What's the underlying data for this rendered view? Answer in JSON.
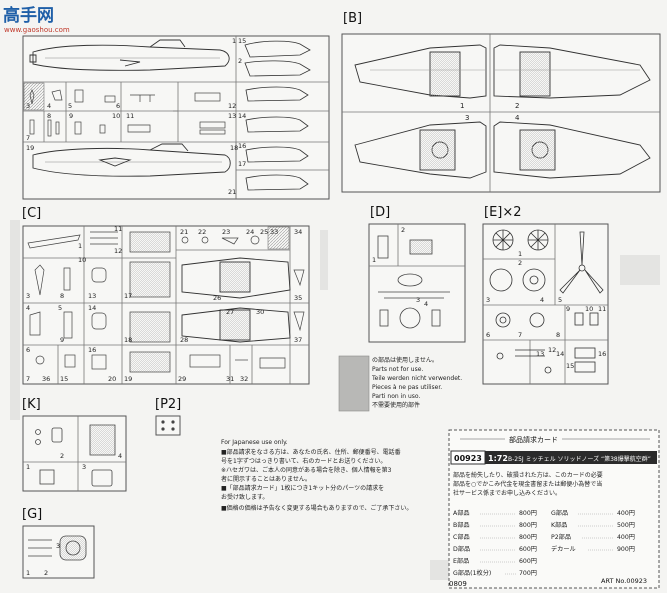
{
  "watermark": {
    "brand": "高手网",
    "url": "www.gaoshou.com"
  },
  "sections": {
    "b": "[B]",
    "c": "[C]",
    "d": "[D]",
    "e": "[E]×2",
    "k": "[K]",
    "p2": "[P2]",
    "g": "[G]"
  },
  "part_numbers": {
    "a": [
      "1",
      "15",
      "2",
      "3",
      "4",
      "5",
      "6",
      "7",
      "8",
      "9",
      "10",
      "11",
      "12",
      "13",
      "14",
      "16",
      "17",
      "18",
      "19",
      "21"
    ],
    "b": [
      "1",
      "2",
      "3",
      "4"
    ],
    "c": [
      "1",
      "3",
      "4",
      "5",
      "6",
      "7",
      "8",
      "9",
      "10",
      "11",
      "12",
      "13",
      "14",
      "15",
      "16",
      "17",
      "18",
      "19",
      "20",
      "21",
      "22",
      "23",
      "24",
      "25",
      "26",
      "27",
      "28",
      "29",
      "30",
      "31",
      "32",
      "33",
      "34",
      "35",
      "36",
      "37"
    ],
    "d": [
      "1",
      "2",
      "3",
      "4"
    ],
    "e": [
      "1",
      "2",
      "3",
      "4",
      "5",
      "6",
      "7",
      "8",
      "9",
      "10",
      "11",
      "12",
      "13",
      "14",
      "15",
      "16"
    ],
    "k": [
      "1",
      "2",
      "3",
      "4"
    ],
    "g": [
      "1",
      "2",
      "3"
    ]
  },
  "unused_legend": [
    "の部品は使用しません。",
    "Parts not for use.",
    "Teile werden nicht verwendet.",
    "Pieces à ne pas utiliser.",
    "Parti non in uso.",
    "不需要使用的部件"
  ],
  "japanese_notes": {
    "heading": "For Japanese use only.",
    "lines": [
      "■部品請求をなさる方は、あなたの氏名、住所、郵便番号、電話番",
      "号を1字ずつはっきり書いて、右のカードとお送りください。",
      "※ハセガワは、ご本人の同意がある場合を除き、個人情報を第3",
      "者に開示することはありません。",
      "■「部品請求カード」1枚につき1キット分のパーツの請求を",
      "お受け致します。",
      "■価格の価格は予告なく変更する場合もありますので、ご了承下さい。"
    ]
  },
  "order_card": {
    "title": "部品請求カード",
    "code": "00923",
    "scale": "1:72",
    "product": "B-25J ミッチェル ソリッドノーズ “第38爆撃航空群”",
    "description": [
      "部品を紛失したり、破損された方は、このカードの必要",
      "部品を○でかこみ代金を現金書留または郵便小為替で当",
      "社サービス係までお申し込みください。"
    ],
    "price_rows": [
      {
        "label": "A部品",
        "price": "800円"
      },
      {
        "label": "B部品",
        "price": "800円"
      },
      {
        "label": "C部品",
        "price": "800円"
      },
      {
        "label": "D部品",
        "price": "600円"
      },
      {
        "label": "E部品",
        "price": "600円"
      },
      {
        "label": "G部品",
        "price": "400円"
      },
      {
        "label": "K部品",
        "price": "500円"
      },
      {
        "label": "P2部品",
        "price": "400円"
      },
      {
        "label": "デカール",
        "price": "900円"
      },
      {
        "label": "G部品(1枚分)",
        "price": "700円"
      }
    ],
    "footer_number": "0809",
    "art_no": "ART No.00923"
  }
}
